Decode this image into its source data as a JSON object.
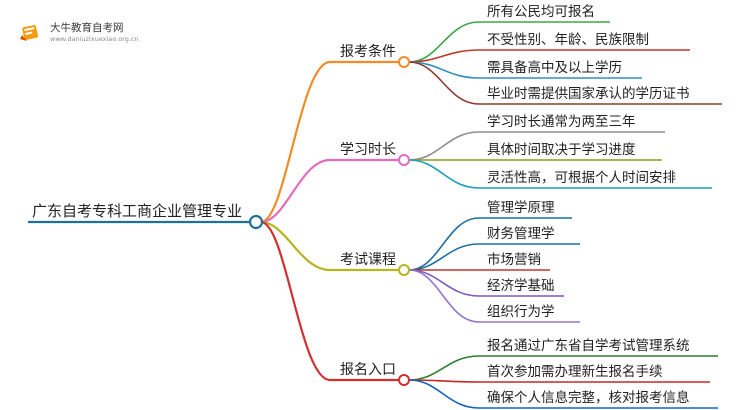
{
  "brand": {
    "name": "大牛教育自考网",
    "url": "www.daniuzixuexiao.org.cn",
    "colors": {
      "mark": "#f39c12",
      "mark_dark": "#d35400"
    }
  },
  "mindmap": {
    "root": {
      "label": "广东自考专科工商企业管理专业",
      "color": "#1f6e9c"
    },
    "branches": [
      {
        "label": "报考条件",
        "color": "#f28c28",
        "children": [
          {
            "label": "所有公民均可报名",
            "color": "#3aa845"
          },
          {
            "label": "不受性别、年龄、民族限制",
            "color": "#c0392b"
          },
          {
            "label": "需具备高中及以上学历",
            "color": "#2e8fc4"
          },
          {
            "label": "毕业时需提供国家承认的学历证书",
            "color": "#8b3a2a"
          }
        ]
      },
      {
        "label": "学习时长",
        "color": "#e46cc0",
        "children": [
          {
            "label": "学习时长通常为两至三年",
            "color": "#8e8e8e"
          },
          {
            "label": "具体时间取决于学习进度",
            "color": "#8a9b20"
          },
          {
            "label": "灵活性高，可根据个人时间安排",
            "color": "#17a2b8"
          }
        ]
      },
      {
        "label": "考试课程",
        "color": "#b5b51f",
        "children": [
          {
            "label": "管理学原理",
            "color": "#1f6e9c"
          },
          {
            "label": "财务管理学",
            "color": "#1f6e9c"
          },
          {
            "label": "市场营销",
            "color": "#c0392b"
          },
          {
            "label": "经济学基础",
            "color": "#7e57c2"
          },
          {
            "label": "组织行为学",
            "color": "#9575cd"
          }
        ]
      },
      {
        "label": "报名入口",
        "color": "#d32f2f",
        "children": [
          {
            "label": "报名通过广东省自学考试管理系统",
            "color": "#2e7d32"
          },
          {
            "label": "首次参加需办理新生报名手续",
            "color": "#c62828"
          },
          {
            "label": "确保个人信息完整，核对报考信息",
            "color": "#1565c0"
          }
        ]
      }
    ]
  }
}
